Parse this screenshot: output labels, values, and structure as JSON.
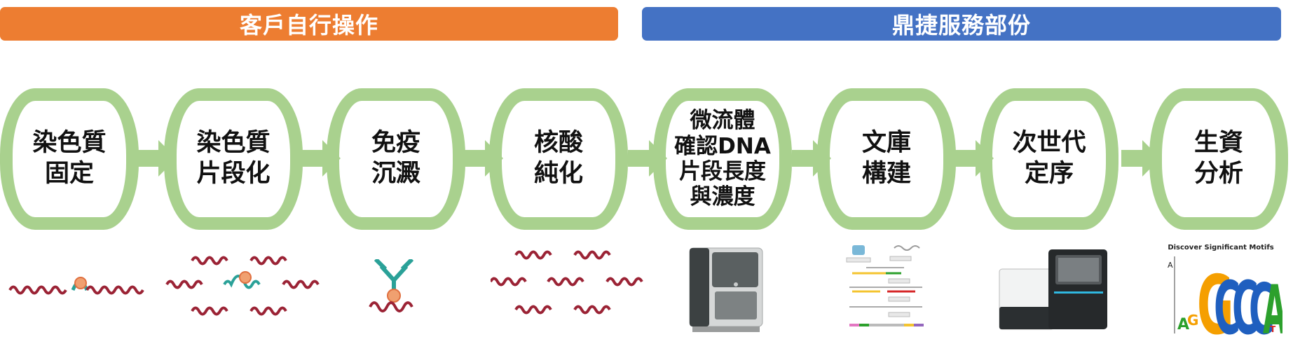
{
  "banners": {
    "customer": "客戶自行操作",
    "service": "鼎捷服務部份"
  },
  "steps": [
    {
      "label": "染色質\n固定"
    },
    {
      "label": "染色質\n片段化"
    },
    {
      "label": "免疫\n沉澱"
    },
    {
      "label": "核酸\n純化"
    },
    {
      "label": "微流體\n確認DNA\n片段長度\n與濃度"
    },
    {
      "label": "文庫\n構建"
    },
    {
      "label": "次世代\n定序"
    },
    {
      "label": "生資\n分析"
    }
  ],
  "motif_figure": {
    "title": "Discover Significant Motifs",
    "axis_letter": "A",
    "large_letters": "GCCCA",
    "small_letters": "AG"
  },
  "colors": {
    "customer_banner": "#ED7D31",
    "service_banner": "#4472C4",
    "step_border": "#A9D18E",
    "dna_strand": "#9B2335",
    "protein": "#F0A070",
    "antibody": "#2AA198"
  }
}
